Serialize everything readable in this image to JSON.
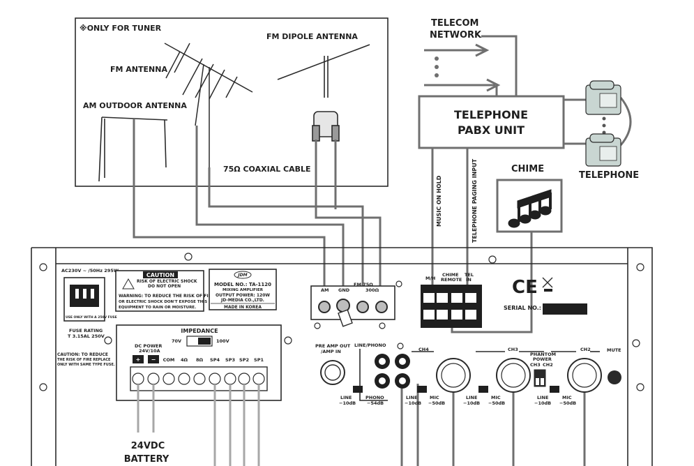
{
  "tuner_panel": {
    "note": "※ONLY FOR TUNER",
    "fm_antenna": "FM ANTENNA",
    "fm_dipole": "FM DIPOLE ANTENNA",
    "am_outdoor": "AM OUTDOOR ANTENNA",
    "coax": "75Ω COAXIAL CABLE"
  },
  "telecom": {
    "line1": "TELECOM",
    "line2": "NETWORK"
  },
  "pabx": {
    "line1": "TELEPHONE",
    "line2": "PABX UNIT"
  },
  "telephone": "TELEPHONE",
  "chime": "CHIME",
  "music_on_hold": "MUSIC ON HOLD",
  "telephone_paging_input": "TELEPHONE PAGING INPUT",
  "ac_rating": "AC230V ~ /50Hz 295W",
  "fuse_label": "USE ONLY WITH A 250V FUSE",
  "fuse_rating": {
    "line1": "FUSE RATING",
    "line2": "T 3.15AL 250V"
  },
  "caution_side": {
    "line1": "CAUTION: TO REDUCE",
    "line2": "THE RISK OF FIRE REPLACE",
    "line3": "ONLY WITH SAME TYPE FUSE."
  },
  "caution_box": {
    "title": "CAUTION",
    "line1": "RISK OF ELECTRIC SHOCK",
    "line2": "DO NOT OPEN",
    "warning1": "WARNING: TO REDUCE THE RISK OF FIRE",
    "warning2": "OR ELECTRIC SHOCK DON'T EXPOSE THIS",
    "warning3": "EQUIPMENT TO RAIN OR MOISTURE."
  },
  "model_box": {
    "logo": "JDM",
    "model": "MODEL NO.: TA-1120",
    "type": "MIXING AMPLIFIER",
    "power": "OUTPUT POWER: 120W",
    "company": "JD-MEDIA CO.,LTD.",
    "made": "MADE IN KOREA"
  },
  "tuner_terminals": {
    "am": "AM",
    "gnd": "GND",
    "fm75": "FM 75Ω",
    "fm300": "300Ω"
  },
  "mh_terminals": {
    "mh": "M/H",
    "chime": "CHIME",
    "remote": "REMOTE",
    "tel": "TEL",
    "in": "IN"
  },
  "ce_mark": "CE",
  "serial": "SERIAL NO.:",
  "impedance": {
    "title": "IMPEDANCE",
    "v70": "70V",
    "v100": "100V"
  },
  "dc_power": {
    "line1": "DC POWER",
    "line2": "24V/10A"
  },
  "terminal_labels": [
    "+",
    "−",
    "COM",
    "4Ω",
    "8Ω",
    "SP4",
    "SP3",
    "SP2",
    "SP1"
  ],
  "pre_amp": {
    "line1": "PRE AMP OUT",
    "line2": "/AMP IN"
  },
  "ch4": {
    "name": "CH4",
    "line_phono": "LINE/PHONO",
    "line": "LINE",
    "line_db": "−10dB",
    "phono": "PHONO",
    "phono_db": "−54dB",
    "mic": "MIC",
    "mic_db": "−50dB"
  },
  "ch3": {
    "name": "CH3",
    "line": "LINE",
    "line_db": "−10dB",
    "mic": "MIC",
    "mic_db": "−50dB"
  },
  "ch2": {
    "name": "CH2",
    "line": "LINE",
    "line_db": "−10dB",
    "mic": "MIC",
    "mic_db": "−50dB"
  },
  "phantom": {
    "line1": "PHANTOM",
    "line2": "POWER",
    "ch3": "CH3",
    "ch2": "CH2"
  },
  "mute": "MUTE",
  "battery": {
    "line1": "24VDC",
    "line2": "BATTERY"
  }
}
